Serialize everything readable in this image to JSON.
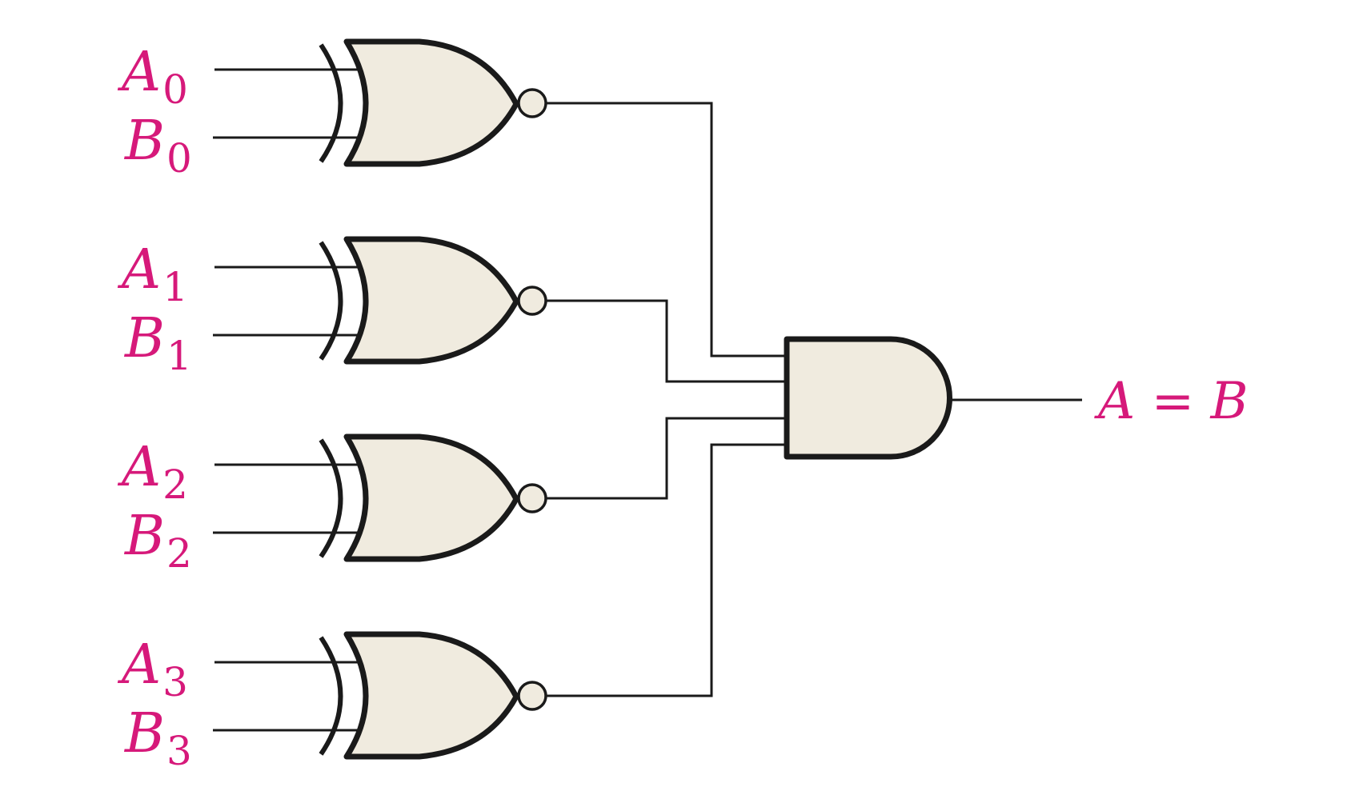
{
  "colors": {
    "label": "#d6197a",
    "gate_fill": "#f0ebdf",
    "stroke": "#1a1a1a"
  },
  "inputs": [
    {
      "a_letter": "A",
      "a_sub": "0",
      "b_letter": "B",
      "b_sub": "0"
    },
    {
      "a_letter": "A",
      "a_sub": "1",
      "b_letter": "B",
      "b_sub": "1"
    },
    {
      "a_letter": "A",
      "a_sub": "2",
      "b_letter": "B",
      "b_sub": "2"
    },
    {
      "a_letter": "A",
      "a_sub": "3",
      "b_letter": "B",
      "b_sub": "3"
    }
  ],
  "output": {
    "label": "A = B"
  }
}
